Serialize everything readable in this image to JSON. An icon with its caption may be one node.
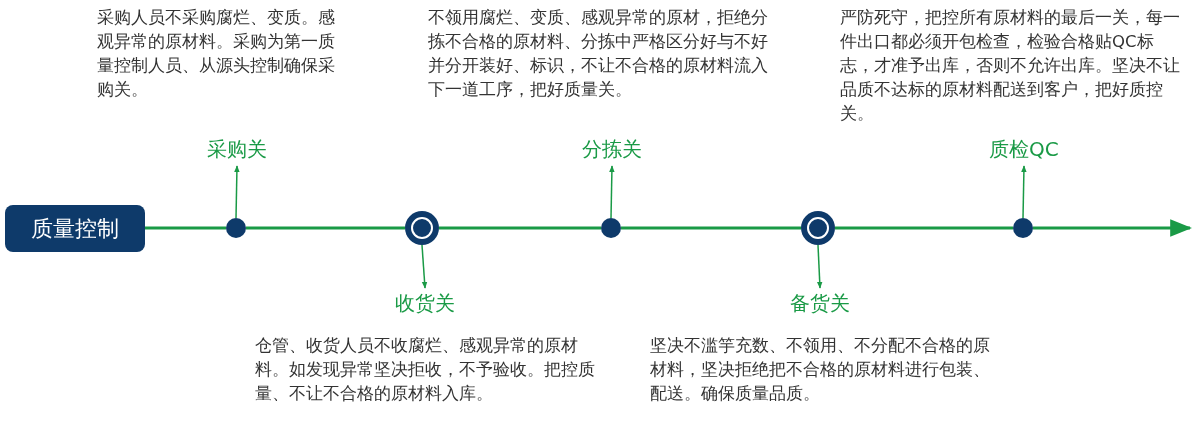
{
  "diagram": {
    "nodes": [
      {
        "text": [
          "质量控制"
        ]
      },
      {
        "text": [],
        "shape": "circle"
      },
      {
        "text": [],
        "shape": "circle"
      },
      {
        "text": [],
        "shape": "circle"
      },
      {
        "text": [],
        "shape": "circle"
      },
      {
        "text": [],
        "shape": "circle"
      },
      {
        "text": [
          "采购关"
        ],
        "beside": [
          "采购人员不采购腐烂、变质。感观异常的原材料。采购为第一质量控制人员、从源头控制确保采购关。"
        ]
      },
      {
        "text": [
          "收货关"
        ],
        "beside": [
          "仓管、收货人员不收腐烂、感观异常的原材料。如发现异常坚决拒收，不予验收。把控质量、不让不合格的原材料入库。"
        ]
      },
      {
        "text": [
          "分拣关"
        ],
        "beside": [
          "不领用腐烂、变质、感观异常的原材，拒绝分拣不合格的原材料、分拣中严格区分好与不好并分开装好、标识，不让不合格的原材料流入下一道工序，把好质量关。"
        ]
      },
      {
        "text": [
          "备货关"
        ],
        "beside": [
          "坚决不滥竽充数、不领用、不分配不合格的原材料，坚决拒绝把不合格的原材料进行包装、配送。确保质量品质。"
        ]
      },
      {
        "text": [
          "质检QC"
        ],
        "beside": [
          "严防死守，把控所有原材料的最后一关，每一件出口都必须开包检查，检验合格贴QC标志，才准予出库，否则不允许出库。坚决不让品质不达标的原材料配送到客户，把好质控关。"
        ]
      }
    ],
    "edges": [
      {
        "from": 0,
        "to": 1,
        "arrow": "none"
      },
      {
        "from": 1,
        "to": 2,
        "arrow": "none"
      },
      {
        "from": 2,
        "to": 3,
        "arrow": "none"
      },
      {
        "from": 3,
        "to": 4,
        "arrow": "none"
      },
      {
        "from": 4,
        "to": 5,
        "arrow": "none"
      },
      {
        "from": 5,
        "to": null,
        "arrow": "to"
      },
      {
        "from": 1,
        "to": 6,
        "arrow": "to"
      },
      {
        "from": 2,
        "to": 7,
        "arrow": "to"
      },
      {
        "from": 3,
        "to": 8,
        "arrow": "to"
      },
      {
        "from": 4,
        "to": 9,
        "arrow": "to"
      },
      {
        "from": 5,
        "to": 10,
        "arrow": "to"
      }
    ]
  }
}
